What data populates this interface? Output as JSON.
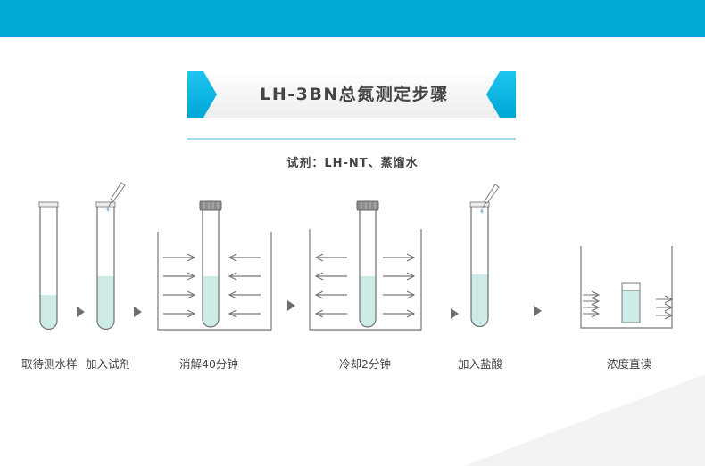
{
  "title": "LH-3BN总氮测定步骤",
  "reagent": "试剂：LH-NT、蒸馏水",
  "steps": [
    "取待测水样",
    "加入试剂",
    "消解40分钟",
    "冷却2分钟",
    "加入盐酸",
    "浓度直读"
  ],
  "colors": {
    "accent": "#00aad4",
    "liquid": "#cdece8",
    "outline": "#6f6f6f",
    "arrow": "#777777"
  }
}
